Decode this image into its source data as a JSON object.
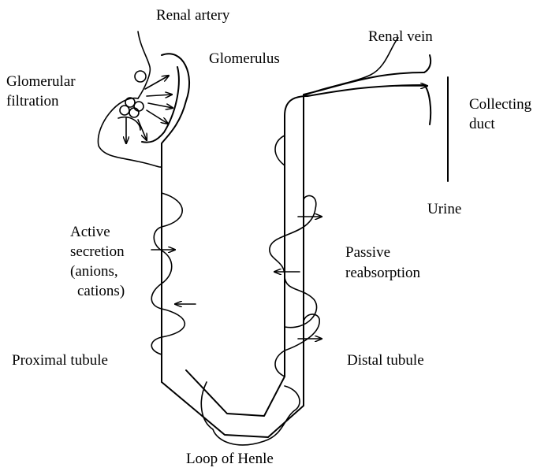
{
  "labels": {
    "renal_artery": "Renal artery",
    "glomerulus": "Glomerulus",
    "renal_vein": "Renal vein",
    "glomerular_filtration_1": "Glomerular",
    "glomerular_filtration_2": "filtration",
    "collecting_duct_1": "Collecting",
    "collecting_duct_2": "duct",
    "urine": "Urine",
    "active_secretion_1": "Active",
    "active_secretion_2": "secretion",
    "active_secretion_3": "(anions,",
    "active_secretion_4": "cations)",
    "passive_reabsorption_1": "Passive",
    "passive_reabsorption_2": "reabsorption",
    "proximal_tubule": "Proximal tubule",
    "distal_tubule": "Distal tubule",
    "loop_of_henle": "Loop of Henle"
  }
}
